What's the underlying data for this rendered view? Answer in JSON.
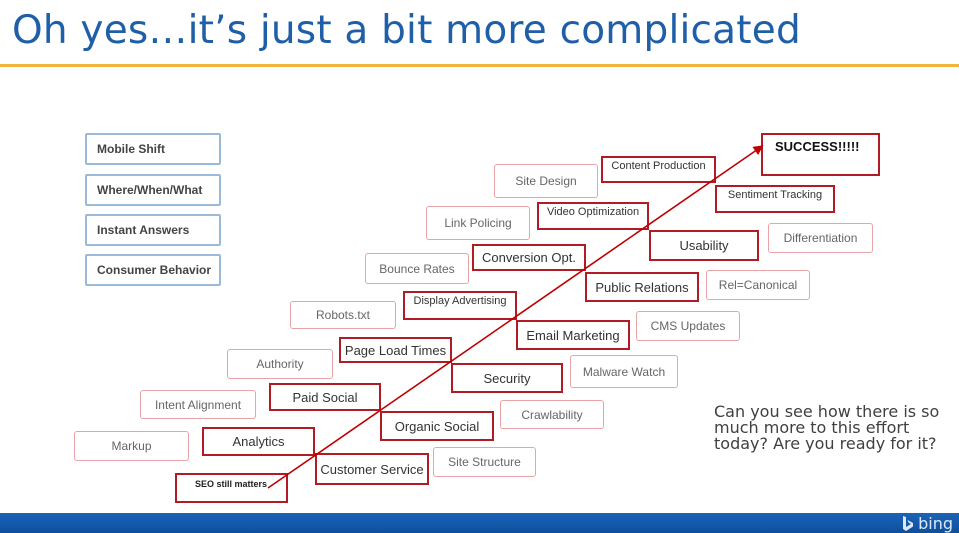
{
  "title": "Oh yes…it’s just a bit more complicated",
  "left_boxes": [
    "Mobile Shift",
    "Where/When/What",
    "Instant Answers",
    "Consumer Behavior"
  ],
  "stairs": {
    "success": "SUCCESS!!!!!",
    "content_production": "Content Production",
    "site_design": "Site Design",
    "sentiment_tracking": "Sentiment Tracking",
    "video_optimization": "Video Optimization",
    "link_policing": "Link Policing",
    "usability": "Usability",
    "differentiation": "Differentiation",
    "conversion_opt": "Conversion Opt.",
    "bounce_rates": "Bounce Rates",
    "public_relations": "Public Relations",
    "rel_canonical": "Rel=Canonical",
    "display_advertising": "Display Advertising",
    "robots_txt": "Robots.txt",
    "email_marketing": "Email Marketing",
    "cms_updates": "CMS Updates",
    "page_load_times": "Page Load Times",
    "authority": "Authority",
    "security": "Security",
    "malware_watch": "Malware Watch",
    "paid_social": "Paid Social",
    "intent_alignment": "Intent Alignment",
    "crawlability": "Crawlability",
    "organic_social": "Organic Social",
    "analytics": "Analytics",
    "markup": "Markup",
    "site_structure": "Site Structure",
    "customer_service": "Customer Service",
    "seo_still_matters": "SEO still matters"
  },
  "question": "Can you see how there is so much more to this effort today? Are you ready for it?",
  "logo_text": "bing",
  "colors": {
    "title": "#1f5fa8",
    "rule": "#f1b43b",
    "dark_border": "#b01c24",
    "light_border": "#eaa3a6",
    "blue_border": "#9bb9d8",
    "footer": "#1a62b5"
  }
}
